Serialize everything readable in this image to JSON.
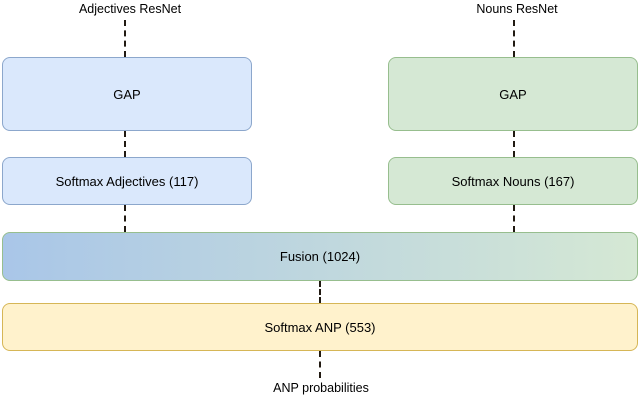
{
  "diagram": {
    "inputs": [
      {
        "label": "Adjectives ResNet"
      },
      {
        "label": "Nouns ResNet"
      }
    ],
    "nodes": {
      "gap_adjectives": "GAP",
      "gap_nouns": "GAP",
      "softmax_adjectives": "Softmax Adjectives (117)",
      "softmax_nouns": "Softmax Nouns (167)",
      "fusion": "Fusion (1024)",
      "softmax_anp": "Softmax ANP (553)"
    },
    "output_label": "ANP probabilities",
    "colors": {
      "blue_fill": "#dae8fc",
      "blue_stroke": "#8ca7cc",
      "green_fill": "#d5e8d4",
      "green_stroke": "#97be8e",
      "yellow_fill": "#fff2cc",
      "yellow_stroke": "#d6b656",
      "fusion_left": "#a9c6e8",
      "fusion_right": "#d5e8d4",
      "connector": "#211a12"
    }
  }
}
